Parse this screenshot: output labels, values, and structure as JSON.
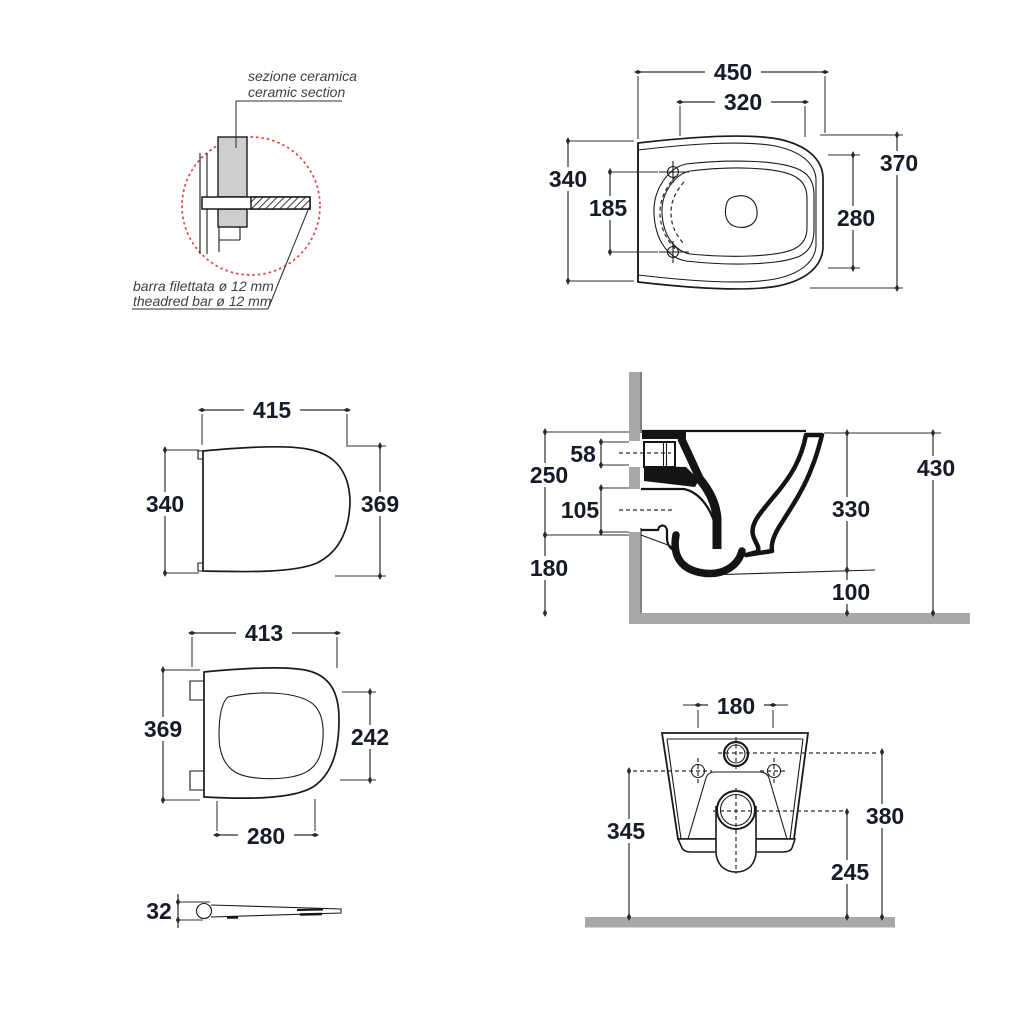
{
  "detail_callout": {
    "section_label_it": "sezione ceramica",
    "section_label_en": "ceramic section",
    "bar_note_it": "barra filettata ø 12 mm",
    "bar_note_en": "theadred bar ø 12 mm"
  },
  "top_view": {
    "overall_width": "450",
    "inner_width": "320",
    "side_depth": "340",
    "holes_spacing": "185",
    "overall_depth": "370",
    "inner_depth": "280"
  },
  "cover_view": {
    "width": "415",
    "left_height": "340",
    "right_height": "369"
  },
  "side_view": {
    "inlet_span": "58",
    "rim_to_outlet": "250",
    "outlet_span": "105",
    "outlet_to_floor": "180",
    "overall_height": "430",
    "bowl_depth": "330",
    "bowl_to_floor": "100"
  },
  "seat_view": {
    "width": "413",
    "height": "369",
    "opening_height": "242",
    "opening_width": "280"
  },
  "seat_profile": {
    "thickness": "32"
  },
  "rear_view": {
    "holes_spacing": "180",
    "holes_to_floor": "345",
    "inlet_to_floor": "380",
    "drain_to_floor": "245"
  },
  "colors": {
    "line": "#1a1a1a",
    "dimension_text": "#171b29",
    "label_text": "#3a3f49",
    "wall_floor_gray": "#a8a8aa",
    "ceramic_gray": "#cdced0",
    "detail_red": "#e5423d"
  }
}
